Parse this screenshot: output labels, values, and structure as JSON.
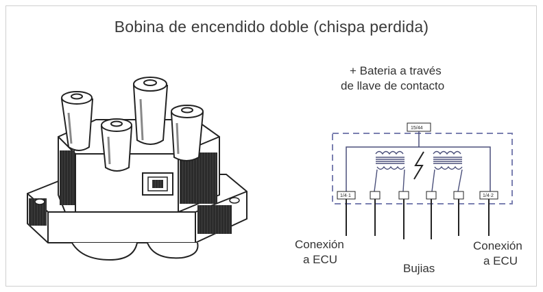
{
  "title": "Bobina de encendido doble (chispa perdida)",
  "labels": {
    "battery_line1": "+ Bateria a través",
    "battery_line2": "de llave de contacto",
    "ecu_left_line1": "Conexión",
    "ecu_left_line2": "a ECU",
    "plugs": "Bujias",
    "ecu_right_line1": "Conexión",
    "ecu_right_line2": "a ECU"
  },
  "colors": {
    "dashed_box": "#7a7fb0",
    "wire": "#4a4f7a",
    "ink": "#222222"
  }
}
